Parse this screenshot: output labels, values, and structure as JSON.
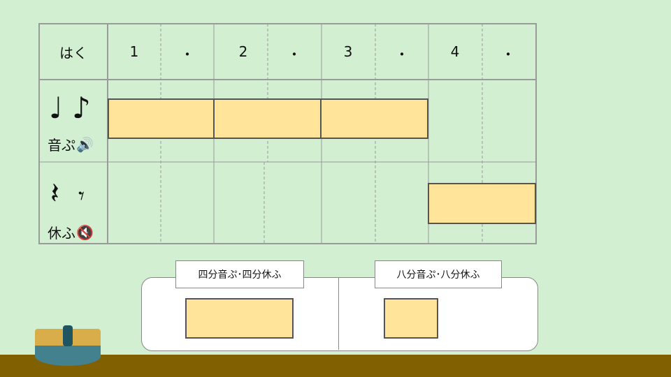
{
  "grid": {
    "header_label": "はく",
    "beats": [
      "1",
      "・",
      "2",
      "・",
      "3",
      "・",
      "4",
      "・"
    ]
  },
  "rows": {
    "notes": {
      "glyphs": "♩ ♪",
      "label": "音ぷ",
      "speaker_icon": "🔊",
      "icon_name": "speaker-on-icon"
    },
    "rests": {
      "quarter_rest": "𝄽",
      "eighth_rest": "𝄾",
      "label": "休ふ",
      "speaker_icon": "🔇",
      "icon_name": "speaker-muted-icon"
    }
  },
  "legend": {
    "quarter_title": "四分音ぷ･四分休ふ",
    "eighth_title": "八分音ぷ･八分休ふ"
  },
  "colors": {
    "background": "#d2efd2",
    "block_fill": "#ffe49a",
    "grid_line": "#9a9a9a",
    "ground": "#806000",
    "drum_top": "#d8ad4a",
    "drum_body": "#43818f"
  }
}
